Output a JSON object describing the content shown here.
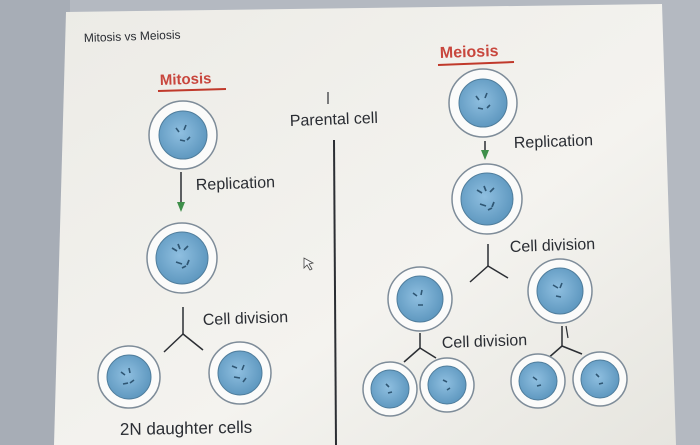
{
  "slide": {
    "title": "Mitosis vs Meiosis",
    "mitosis": {
      "heading": "Mitosis",
      "replication": "Replication",
      "cell_division": "Cell division",
      "daughter_cells": "2N daughter cells"
    },
    "center": {
      "parental_cell": "Parental cell"
    },
    "meiosis": {
      "heading": "Meiosis",
      "replication": "Replication",
      "cell_division_1": "Cell division",
      "cell_division_2": "Cell division"
    }
  },
  "colors": {
    "slide_background": "#f2f1ec",
    "heading_underline": "#c0392b",
    "cell_fill": "#6aa3c9",
    "cell_ring": "#ffffff",
    "cell_outline": "#7e8c99",
    "arrow_green": "#3e8f4a",
    "text": "#2a2d33"
  }
}
